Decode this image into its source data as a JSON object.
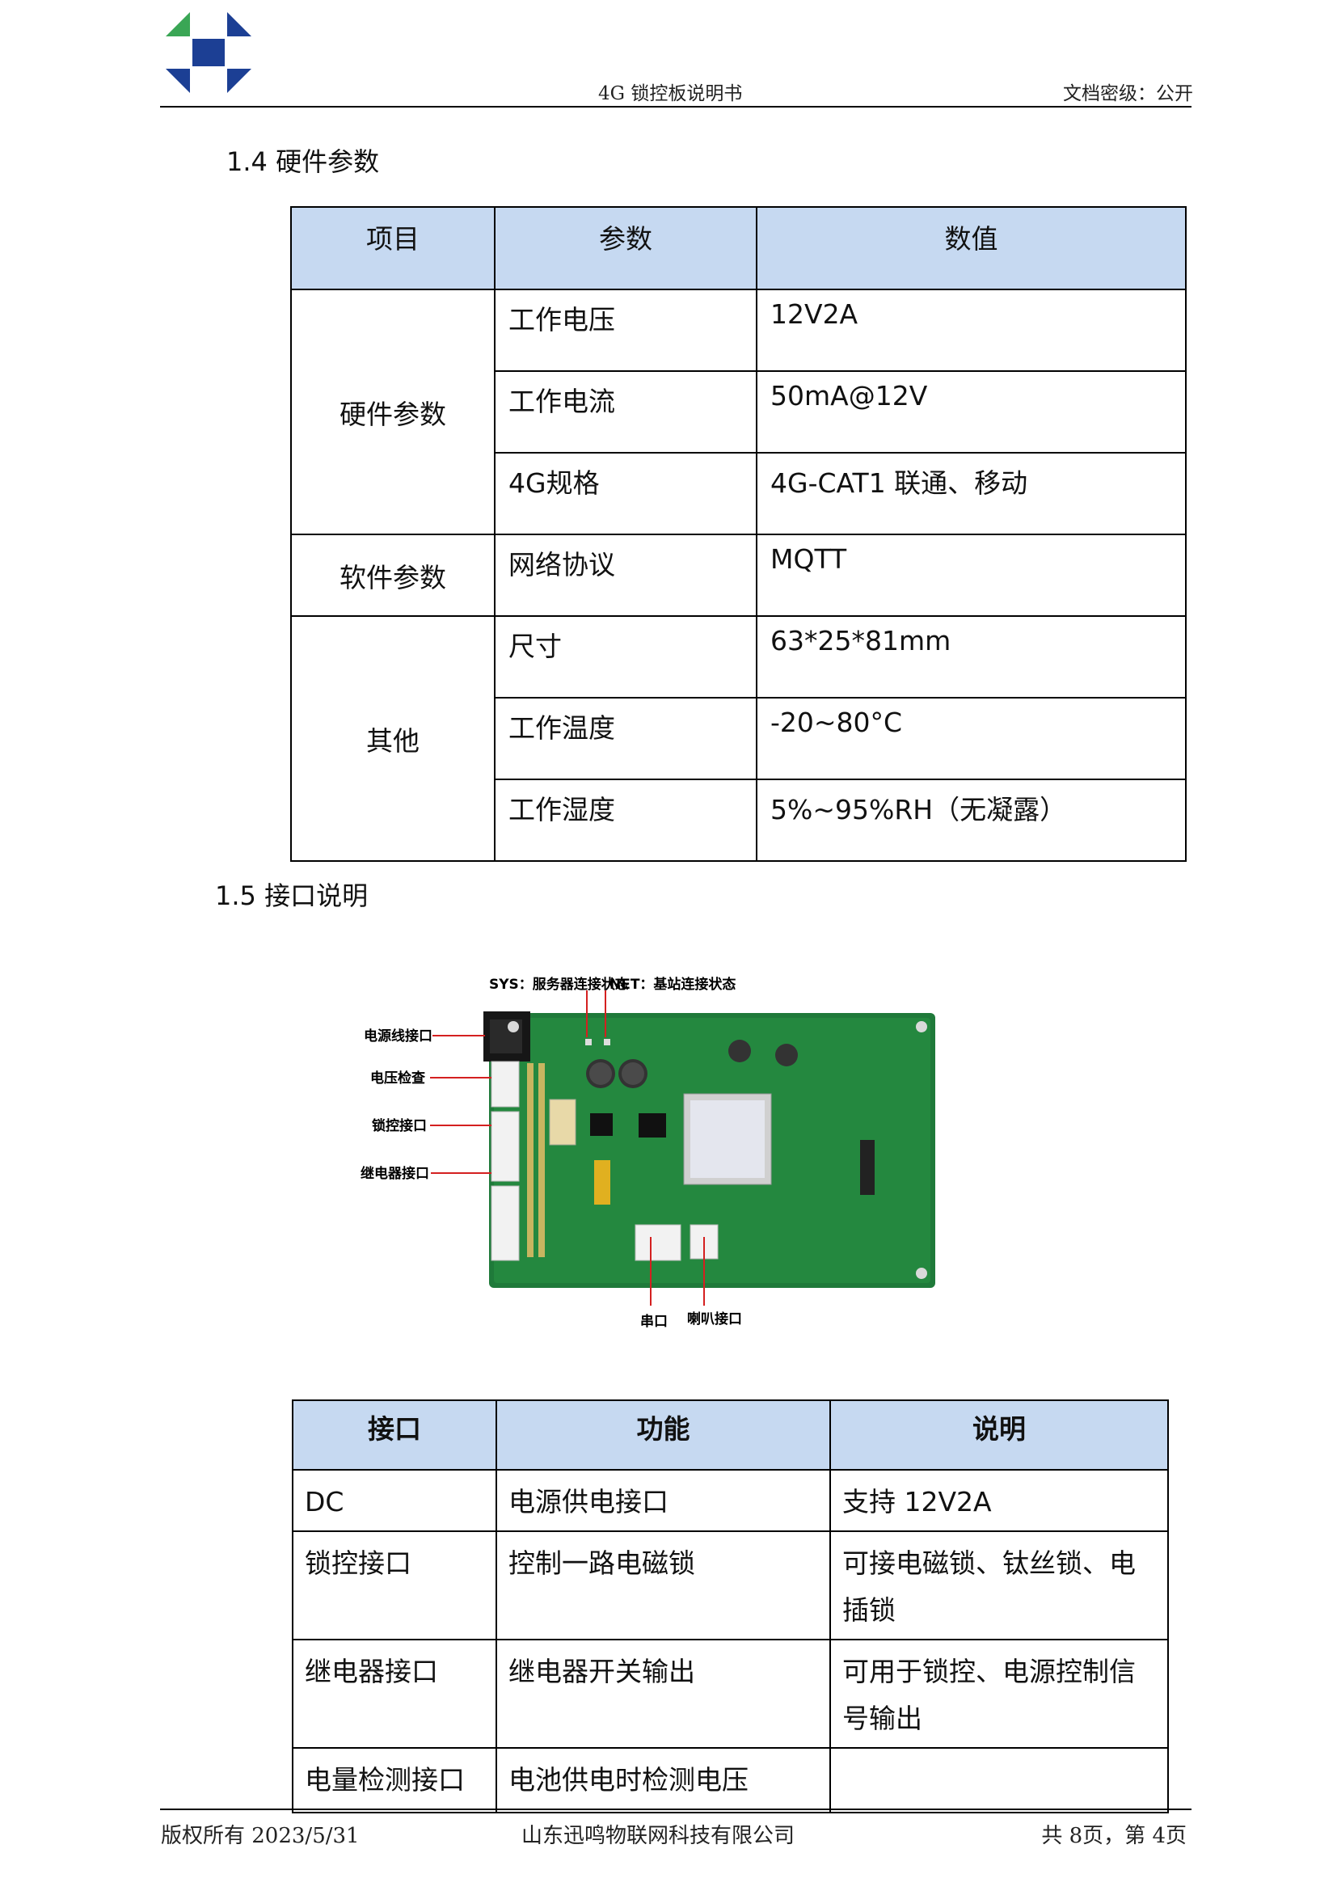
{
  "header": {
    "doc_title": "4G 锁控板说明书",
    "classification": "文档密级：公开",
    "colors": {
      "logo_green": "#3aa655",
      "logo_blue": "#1c3f94"
    }
  },
  "section_14": {
    "heading": "1.4 硬件参数",
    "columns": [
      "项目",
      "参数",
      "数值"
    ],
    "groups": [
      {
        "name": "硬件参数",
        "rows": [
          {
            "param": "工作电压",
            "value": "12V2A"
          },
          {
            "param": "工作电流",
            "value": "50mA@12V"
          },
          {
            "param": "4G规格",
            "value": "4G-CAT1 联通、移动"
          }
        ]
      },
      {
        "name": "软件参数",
        "rows": [
          {
            "param": "网络协议",
            "value": "MQTT"
          }
        ]
      },
      {
        "name": "其他",
        "rows": [
          {
            "param": "尺寸",
            "value": "63*25*81mm"
          },
          {
            "param": "工作温度",
            "value": "-20~80°C"
          },
          {
            "param": "工作湿度",
            "value": "5%~95%RH（无凝露）"
          }
        ]
      }
    ]
  },
  "section_15": {
    "heading": "1.5 接口说明",
    "figure_annotations": {
      "sys": "SYS：服务器连接状态",
      "net": "NET：基站连接状态",
      "power": "电源线接口",
      "voltage": "电压检查",
      "lock": "锁控接口",
      "relay": "继电器接口",
      "serial": "串口",
      "speaker": "喇叭接口"
    },
    "columns": [
      "接口",
      "功能",
      "说明"
    ],
    "rows": [
      {
        "iface": "DC",
        "func": "电源供电接口",
        "desc": "支持 12V2A"
      },
      {
        "iface": "锁控接口",
        "func": "控制一路电磁锁",
        "desc": "可接电磁锁、钛丝锁、电插锁"
      },
      {
        "iface": "继电器接口",
        "func": "继电器开关输出",
        "desc": "可用于锁控、电源控制信号输出"
      },
      {
        "iface": "电量检测接口",
        "func": "电池供电时检测电压",
        "desc": ""
      }
    ]
  },
  "footer": {
    "left": "版权所有 2023/5/31",
    "center": "山东迅鸣物联网科技有限公司",
    "right": "共 8页，第 4页"
  }
}
